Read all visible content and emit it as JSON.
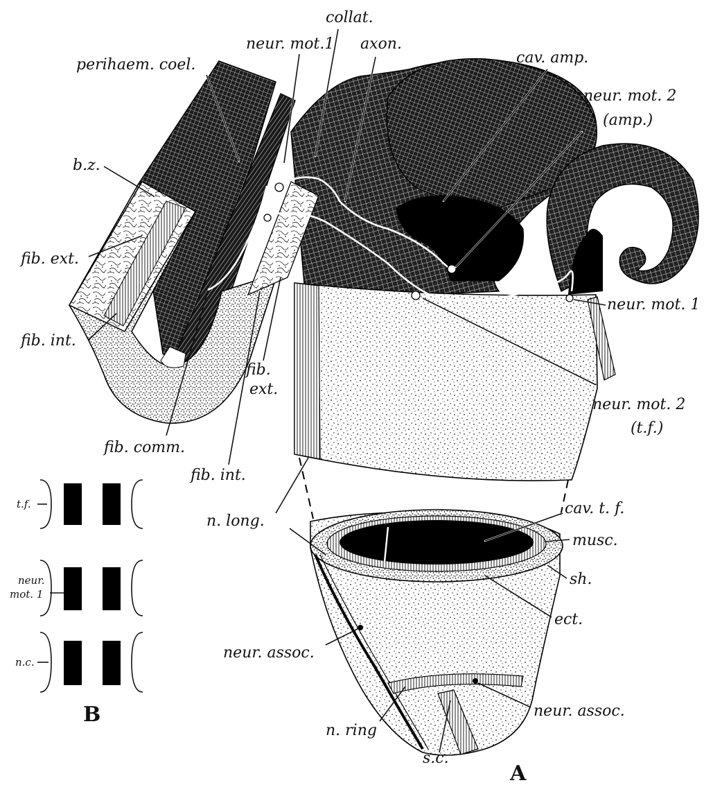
{
  "panel_a": {
    "letter": "A",
    "labels": {
      "collat": "collat.",
      "neur_mot_1_top": "neur. mot.1",
      "axon": "axon.",
      "perihaem_coel": "perihaem. coel.",
      "cav_amp": "cav. amp.",
      "neur_mot_2_amp_line1": "neur. mot. 2",
      "neur_mot_2_amp_line2": "(amp.)",
      "bz": "b.z.",
      "fib_ext_left": "fib. ext.",
      "fib_int_left": "fib. int.",
      "neur_mot_1_right": "neur. mot. 1",
      "fib_ext_center_line1": "fib.",
      "fib_ext_center_line2": "ext.",
      "neur_mot_2_tf_line1": "neur. mot. 2",
      "neur_mot_2_tf_line2": "(t.f.)",
      "fib_comm": "fib. comm.",
      "fib_int_center": "fib. int.",
      "n_long": "n. long.",
      "cav_tf": "cav. t. f.",
      "musc": "musc.",
      "sh": "sh.",
      "ect": "ect.",
      "neur_assoc_left": "neur. assoc.",
      "neur_assoc_right": "neur. assoc.",
      "n_ring": "n. ring",
      "sc": "s.c."
    }
  },
  "panel_b": {
    "letter": "B",
    "rows": [
      {
        "label_line1": "t.f.",
        "label_line2": ""
      },
      {
        "label_line1": "neur.",
        "label_line2": "mot. 1"
      },
      {
        "label_line1": "n.c.",
        "label_line2": ""
      }
    ]
  }
}
